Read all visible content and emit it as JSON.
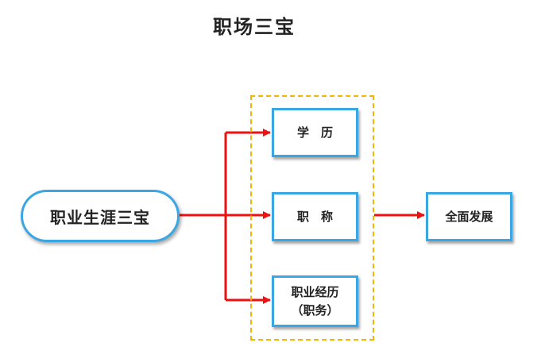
{
  "diagram": {
    "title": "职场三宝",
    "root": "职业生涯三宝",
    "items": [
      {
        "label": "学　历"
      },
      {
        "label": "职　称"
      },
      {
        "label": "职业经历\n（职务）"
      }
    ],
    "result": "全面发展",
    "colors": {
      "node_border": "#3aa7e4",
      "arrow": "#ee1111",
      "group_border": "#f5b400"
    }
  }
}
